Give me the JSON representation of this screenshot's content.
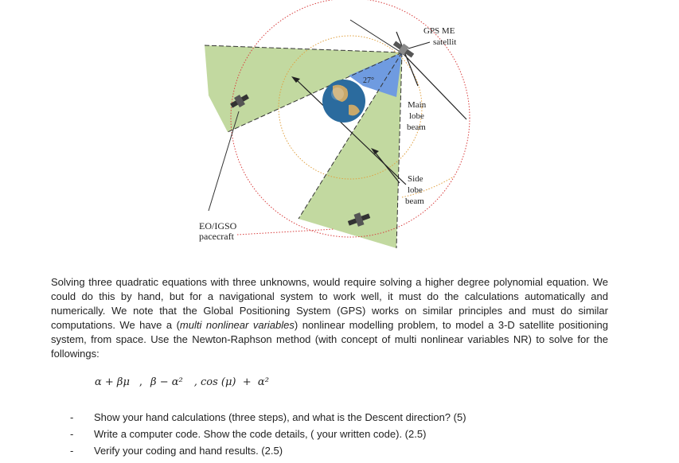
{
  "figure": {
    "labels": {
      "gps_line1": "GPS ME",
      "gps_line2": "satellit",
      "angle": "27°",
      "main_lobe_1": "Main",
      "main_lobe_2": "lobe",
      "main_lobe_3": "beam",
      "side_lobe_1": "Side",
      "side_lobe_2": "lobe",
      "side_lobe_3": "beam",
      "craft_line1": "EO/IGSO",
      "craft_line2": "pacecraft"
    },
    "colors": {
      "main_beam": "#c2d9a0",
      "side_beam": "#6f9be0",
      "orbit": "#d94040",
      "earth_ocean": "#2b6b9e",
      "earth_land": "#c9a86a"
    }
  },
  "paragraph": {
    "part1": "Solving three quadratic equations with three unknowns, would require solving a higher degree polynomial equation. We could do this by hand, but for a navigational system to work well, it must do the calculations automatically and numerically. We note that the Global Positioning System (GPS) works on similar principles and must do similar computations. We have a (",
    "italic": "multi nonlinear variables",
    "part2": ") nonlinear modelling problem, to model a 3-D satellite positioning system, from space.  Use the Newton-Raphson method (with concept of multi nonlinear variables NR) to solve for the followings:"
  },
  "formula": {
    "f1": "α + βμ",
    "sep1": ",",
    "f2": "β − α²",
    "f3": ", cos (μ)  +  α²"
  },
  "tasks": [
    {
      "dash": "-",
      "text": "Show your hand calculations (three steps), and what is the Descent direction? (5)"
    },
    {
      "dash": "-",
      "text": "Write a computer code.  Show the code details, ( your written code).  (2.5)"
    },
    {
      "dash": "-",
      "text": "Verify your coding and hand results.  (2.5)"
    }
  ]
}
